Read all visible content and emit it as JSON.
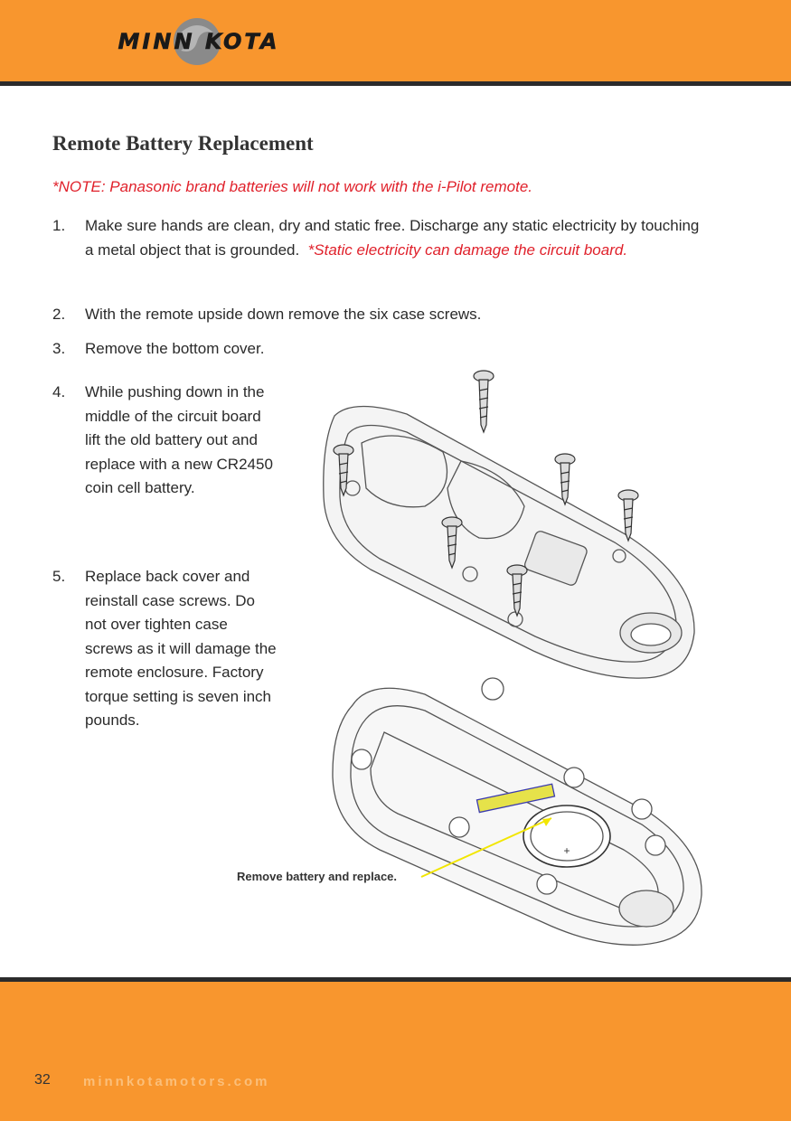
{
  "header": {
    "logo_text": "MINN KOTA",
    "colors": {
      "band": "#f8962e",
      "rule": "#2b2b2b"
    }
  },
  "title": "Remote Battery Replacement",
  "note": "*NOTE: Panasonic brand batteries will not work with the i-Pilot remote.",
  "steps": [
    {
      "num": "1.",
      "text": "Make sure hands are clean, dry and static free.  Discharge any static electricity by touching a metal object that is grounded.",
      "warning": "*Static electricity can damage the circuit board."
    },
    {
      "num": "2.",
      "text": "With the remote upside down remove the six case screws."
    },
    {
      "num": "3.",
      "text": "Remove the bottom cover."
    },
    {
      "num": "4.",
      "text": "While pushing down in the middle of the circuit board lift the old battery out and replace with a new CR2450 coin cell battery."
    },
    {
      "num": "5.",
      "text": "Replace back cover and reinstall case screws.  Do not over tighten case screws as it will damage the remote enclosure. Factory torque setting is seven inch pounds."
    }
  ],
  "illustration": {
    "caption": "Remove battery and replace.",
    "label_color": "#e6e24a"
  },
  "footer": {
    "page_number": "32",
    "website": "minnkotamotors.com"
  },
  "colors": {
    "accent": "#f8962e",
    "warning": "#e0212b",
    "leader": "#f2e600"
  }
}
